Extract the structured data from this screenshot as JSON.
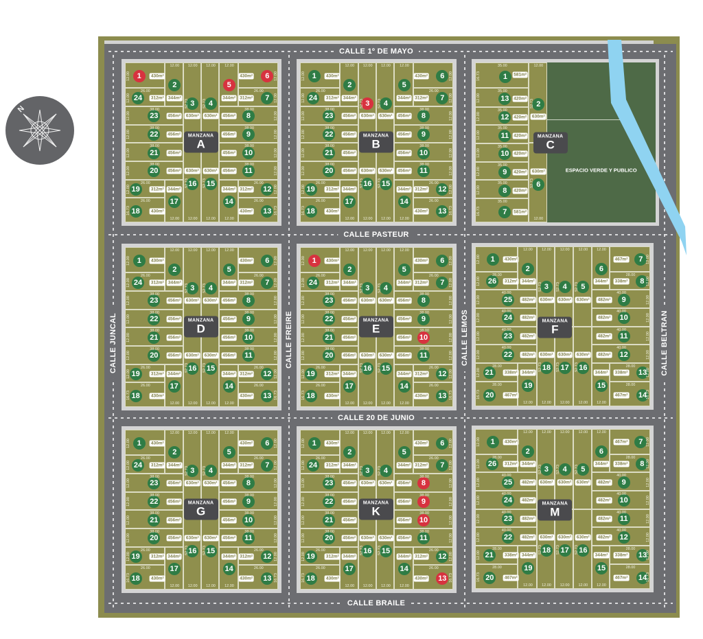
{
  "streets": {
    "top": "CALLE 1º DE MAYO",
    "pasteur": "CALLE PASTEUR",
    "junio": "CALLE 20 DE JUNIO",
    "braile": "CALLE BRAILE",
    "juncal": "CALLE JUNCAL",
    "freire": "CALLE FREIRE",
    "lemos": "CALLE LEMOS",
    "beltran": "CALLE BELTRAN"
  },
  "compass": {
    "label": "N",
    "icon": "compass-rose-icon"
  },
  "block_word": "MANZANA",
  "green_space": "ESPACIO VERDE Y PUBLICO",
  "colors": {
    "available": "#2f7c45",
    "sold": "#d7323f",
    "lot": "#8f8f4d",
    "road": "#6c6d71",
    "green_space": "#4e6a47",
    "river": "#8fd3f1"
  },
  "lot_types": {
    "std": [
      {
        "n": "1",
        "area": "430m²",
        "w": "",
        "d": "12.00"
      },
      {
        "n": "2",
        "area": "344m²",
        "w": "12.00",
        "d": ""
      },
      {
        "n": "3",
        "area": "630m²",
        "w": "12.00",
        "d": "52.73"
      },
      {
        "n": "4",
        "area": "630m²",
        "w": "12.00",
        "d": "52.73"
      },
      {
        "n": "5",
        "area": "344m²",
        "w": "12.00",
        "d": ""
      },
      {
        "n": "6",
        "area": "430m²",
        "w": "",
        "d": "12.00"
      },
      {
        "n": "7",
        "area": "312m²",
        "w": "26.00",
        "d": "12.00"
      },
      {
        "n": "8",
        "area": "456m²",
        "w": "38.00",
        "d": "12.00"
      },
      {
        "n": "9",
        "area": "456m²",
        "w": "38.00",
        "d": "12.00"
      },
      {
        "n": "10",
        "area": "456m²",
        "w": "38.00",
        "d": "12.00"
      },
      {
        "n": "11",
        "area": "456m²",
        "w": "38.00",
        "d": "12.00"
      },
      {
        "n": "12",
        "area": "312m²",
        "w": "26.00",
        "d": "12.00"
      },
      {
        "n": "13",
        "area": "430m²",
        "w": "26.00",
        "d": "16.73"
      },
      {
        "n": "14",
        "area": "344m²",
        "w": "12.00",
        "d": ""
      },
      {
        "n": "15",
        "area": "630m²",
        "w": "12.00",
        "d": "52.73"
      },
      {
        "n": "16",
        "area": "630m²",
        "w": "12.00",
        "d": "52.73"
      },
      {
        "n": "17",
        "area": "344m²",
        "w": "12.00",
        "d": ""
      },
      {
        "n": "18",
        "area": "430m²",
        "w": "26.00",
        "d": "16.73"
      },
      {
        "n": "19",
        "area": "312m²",
        "w": "26.00",
        "d": "12.00"
      },
      {
        "n": "20",
        "area": "456m²",
        "w": "38.00",
        "d": "12.00"
      },
      {
        "n": "21",
        "area": "456m²",
        "w": "38.00",
        "d": "12.00"
      },
      {
        "n": "22",
        "area": "456m²",
        "w": "38.00",
        "d": "12.00"
      },
      {
        "n": "23",
        "area": "456m²",
        "w": "38.00",
        "d": "12.00"
      },
      {
        "n": "24",
        "area": "312m²",
        "w": "26.00",
        "d": "12.00"
      }
    ],
    "wide": [
      {
        "n": "1",
        "area": "430m²",
        "w": "",
        "d": "12.00"
      },
      {
        "n": "2",
        "area": "344m²",
        "w": "12.00",
        "d": ""
      },
      {
        "n": "3",
        "area": "630m²",
        "w": "12.00",
        "d": "52.73"
      },
      {
        "n": "4",
        "area": "630m²",
        "w": "12.00",
        "d": "52.73"
      },
      {
        "n": "5",
        "area": "630m²",
        "w": "12.00",
        "d": "52.73"
      },
      {
        "n": "6",
        "area": "344m²",
        "w": "12.00",
        "d": ""
      },
      {
        "n": "7",
        "area": "467m²",
        "w": "",
        "d": "12.00"
      },
      {
        "n": "8",
        "area": "338m²",
        "w": "28.00",
        "d": "12.00"
      },
      {
        "n": "9",
        "area": "482m²",
        "w": "40.00",
        "d": "12.00"
      },
      {
        "n": "10",
        "area": "482m²",
        "w": "40.00",
        "d": "12.00"
      },
      {
        "n": "11",
        "area": "482m²",
        "w": "40.00",
        "d": "12.00"
      },
      {
        "n": "12",
        "area": "482m²",
        "w": "40.00",
        "d": "12.00"
      },
      {
        "n": "13",
        "area": "338m²",
        "w": "28.00",
        "d": "12.00"
      },
      {
        "n": "14",
        "area": "467m²",
        "w": "28.00",
        "d": "16.73"
      },
      {
        "n": "15",
        "area": "344m²",
        "w": "12.00",
        "d": ""
      },
      {
        "n": "16",
        "area": "630m²",
        "w": "12.00",
        "d": "52.73"
      },
      {
        "n": "17",
        "area": "630m²",
        "w": "12.00",
        "d": "52.73"
      },
      {
        "n": "18",
        "area": "630m²",
        "w": "12.00",
        "d": "52.73"
      },
      {
        "n": "19",
        "area": "344m²",
        "w": "12.00",
        "d": ""
      },
      {
        "n": "20",
        "area": "467m²",
        "w": "28.00",
        "d": "16.73"
      },
      {
        "n": "21",
        "area": "338m²",
        "w": "28.00",
        "d": "12.00"
      },
      {
        "n": "22",
        "area": "482m²",
        "w": "40.00",
        "d": "12.00"
      },
      {
        "n": "23",
        "area": "482m²",
        "w": "40.00",
        "d": "12.00"
      },
      {
        "n": "24",
        "area": "482m²",
        "w": "40.00",
        "d": "12.00"
      },
      {
        "n": "25",
        "area": "482m²",
        "w": "40.00",
        "d": "12.00"
      },
      {
        "n": "26",
        "area": "312m²",
        "w": "28.00",
        "d": "12.00"
      }
    ],
    "c": [
      {
        "n": "1",
        "area": "581m²",
        "w": "35.00",
        "d": "16.73"
      },
      {
        "n": "2",
        "area": "630m²",
        "w": "12.00",
        "d": "52.73"
      },
      {
        "n": "6",
        "area": "630m²",
        "w": "12.00",
        "d": "52.73"
      },
      {
        "n": "7",
        "area": "581m²",
        "w": "35.00",
        "d": "16.73"
      },
      {
        "n": "8",
        "area": "420m²",
        "w": "35.00",
        "d": "12.00"
      },
      {
        "n": "9",
        "area": "420m²",
        "w": "35.00",
        "d": "12.00"
      },
      {
        "n": "10",
        "area": "420m²",
        "w": "35.00",
        "d": "12.00"
      },
      {
        "n": "11",
        "area": "420m²",
        "w": "35.00",
        "d": "12.00"
      },
      {
        "n": "12",
        "area": "420m²",
        "w": "35.00",
        "d": "12.00"
      },
      {
        "n": "13",
        "area": "420m²",
        "w": "35.00",
        "d": "12.00"
      }
    ]
  },
  "blocks": [
    {
      "letter": "A",
      "type": "std",
      "sold": [
        "1",
        "5",
        "6"
      ]
    },
    {
      "letter": "B",
      "type": "std",
      "sold": [
        "3"
      ]
    },
    {
      "letter": "C",
      "type": "c",
      "sold": []
    },
    {
      "letter": "D",
      "type": "std",
      "sold": []
    },
    {
      "letter": "E",
      "type": "std",
      "sold": [
        "1",
        "10"
      ]
    },
    {
      "letter": "F",
      "type": "wide",
      "sold": []
    },
    {
      "letter": "G",
      "type": "std",
      "sold": []
    },
    {
      "letter": "K",
      "type": "std",
      "sold": [
        "8",
        "9",
        "10",
        "13"
      ]
    },
    {
      "letter": "M",
      "type": "wide",
      "sold": []
    }
  ]
}
